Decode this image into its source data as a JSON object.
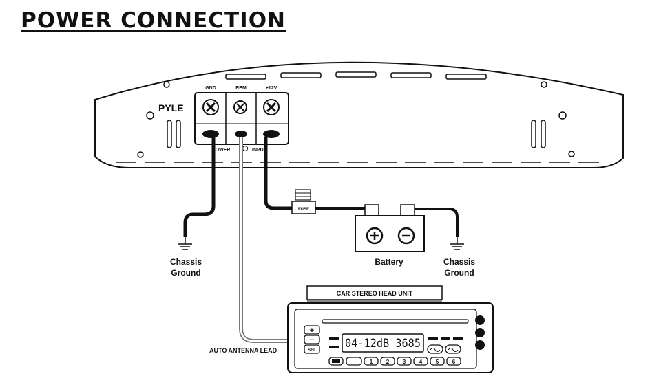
{
  "title": "POWER CONNECTION",
  "amplifier": {
    "brand": "PYLE",
    "terminals": [
      "GND",
      "REM",
      "+12V"
    ],
    "power_label": "POWER",
    "input_label": "INPUT"
  },
  "fuse_label": "FUSE",
  "battery": {
    "label": "Battery",
    "positive_symbol": "+",
    "negative_symbol": "−"
  },
  "ground_left": {
    "line1": "Chassis",
    "line2": "Ground"
  },
  "ground_right": {
    "line1": "Chassis",
    "line2": "Ground"
  },
  "head_unit": {
    "title": "CAR STEREO HEAD UNIT",
    "display": "04-12dB 3685",
    "plus_button": "+",
    "minus_button": "−",
    "sel_button": "SEL",
    "presets": [
      "1",
      "2",
      "3",
      "4",
      "5",
      "6"
    ]
  },
  "antenna_label": "AUTO ANTENNA LEAD"
}
